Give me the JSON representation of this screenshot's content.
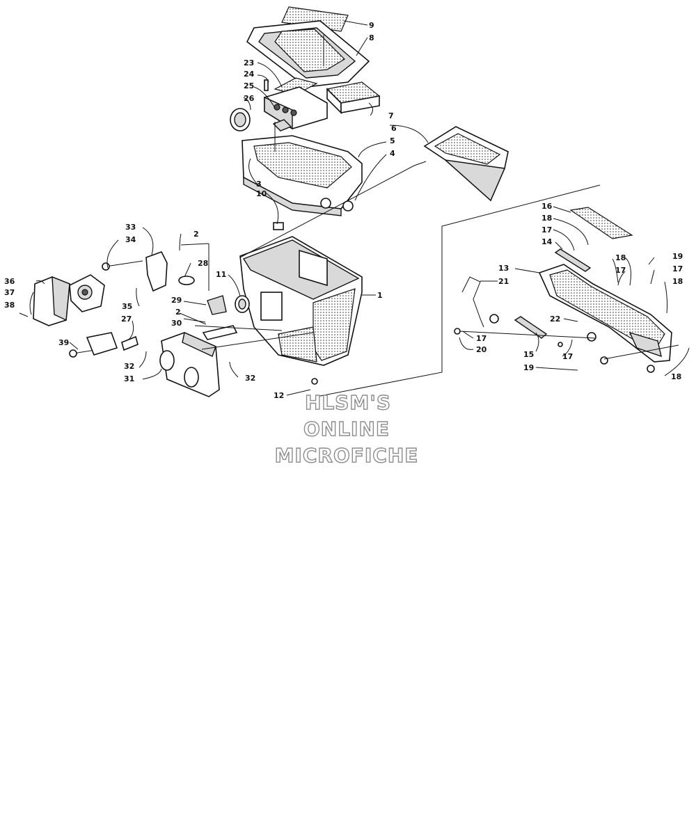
{
  "watermark": {
    "line1": "HLSM'S",
    "line2": "ONLINE",
    "line3": "MICROFICHE"
  },
  "callouts": {
    "c1": "1",
    "c2a": "2",
    "c2b": "2",
    "c3": "3",
    "c4": "4",
    "c5": "5",
    "c6": "6",
    "c7": "7",
    "c8": "8",
    "c9": "9",
    "c10": "10",
    "c11": "11",
    "c12": "12",
    "c13": "13",
    "c14": "14",
    "c15": "15",
    "c16": "16",
    "c17a": "17",
    "c17b": "17",
    "c17c": "17",
    "c17d": "17",
    "c17e": "17",
    "c18a": "18",
    "c18b": "18",
    "c18c": "18",
    "c18d": "18",
    "c19a": "19",
    "c19b": "19",
    "c20": "20",
    "c21": "21",
    "c22": "22",
    "c23": "23",
    "c24": "24",
    "c25": "25",
    "c26": "26",
    "c27": "27",
    "c28": "28",
    "c29": "29",
    "c30": "30",
    "c31": "31",
    "c32a": "32",
    "c32b": "32",
    "c33": "33",
    "c34": "34",
    "c35": "35",
    "c36": "36",
    "c37": "37",
    "c38": "38",
    "c39": "39"
  }
}
